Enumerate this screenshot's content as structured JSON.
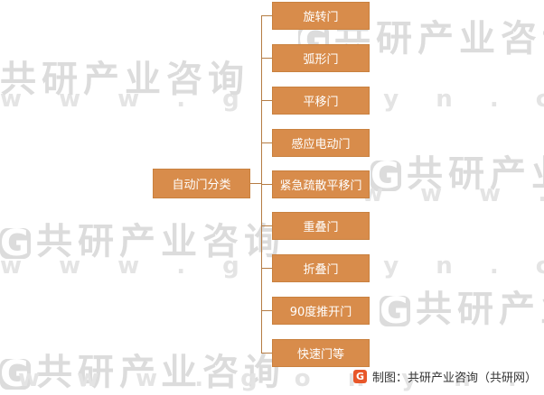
{
  "root": {
    "label": "自动门分类"
  },
  "leaves": [
    {
      "label": "旋转门"
    },
    {
      "label": "弧形门"
    },
    {
      "label": "平移门"
    },
    {
      "label": "感应电动门"
    },
    {
      "label": "紧急疏散平移门"
    },
    {
      "label": "重叠门"
    },
    {
      "label": "折叠门"
    },
    {
      "label": "90度推开门"
    },
    {
      "label": "快速门等"
    }
  ],
  "footer": {
    "text": "制图：共研产业咨询（共研网）",
    "logo_glyph": "G"
  },
  "watermark": {
    "brand": "共研产业咨询",
    "site": "w w w . g o n y n . c o m",
    "logo_glyph": "G"
  },
  "colors": {
    "box": "#d88c4b",
    "line": "#b57c44",
    "text": "#ffffff"
  }
}
